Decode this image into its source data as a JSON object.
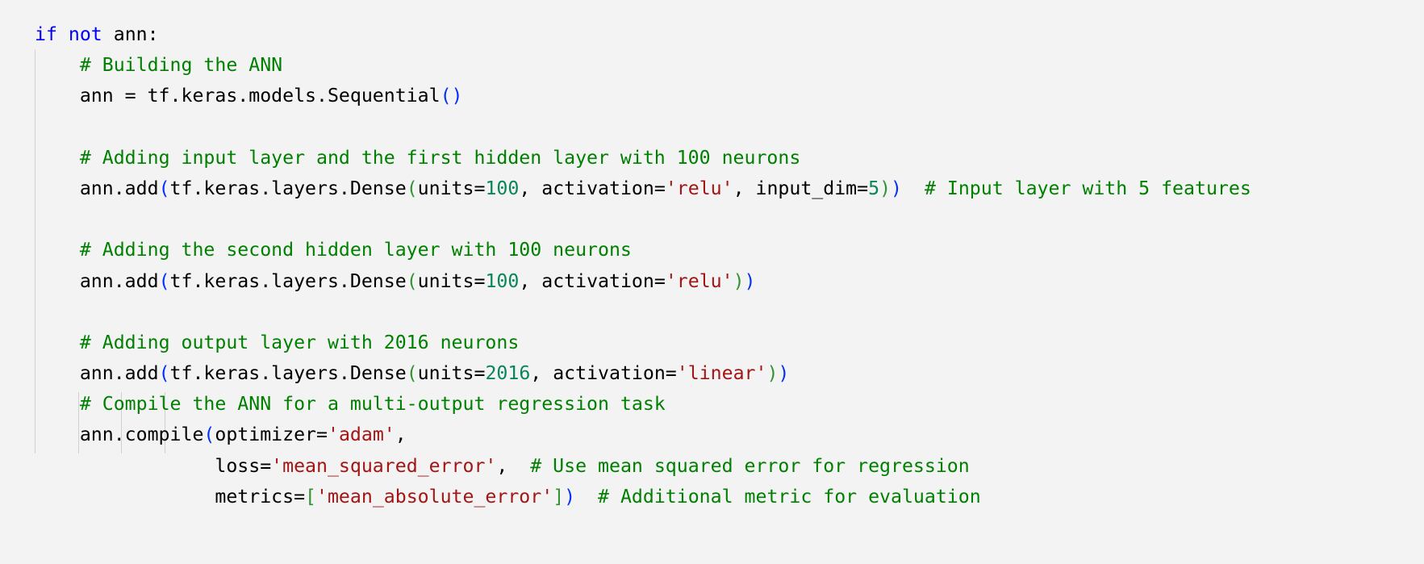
{
  "code": {
    "lines": [
      [
        {
          "t": "if",
          "c": "kw"
        },
        {
          "t": " "
        },
        {
          "t": "not",
          "c": "kw"
        },
        {
          "t": " ann:"
        }
      ],
      [
        {
          "t": "    "
        },
        {
          "t": "# Building the ANN",
          "c": "cm"
        }
      ],
      [
        {
          "t": "    ann = tf.keras.models.Sequential"
        },
        {
          "t": "()",
          "c": "p1"
        }
      ],
      [
        {
          "t": ""
        }
      ],
      [
        {
          "t": "    "
        },
        {
          "t": "# Adding input layer and the first hidden layer with 100 neurons",
          "c": "cm"
        }
      ],
      [
        {
          "t": "    ann.add"
        },
        {
          "t": "(",
          "c": "p1"
        },
        {
          "t": "tf.keras.layers.Dense"
        },
        {
          "t": "(",
          "c": "p2"
        },
        {
          "t": "units="
        },
        {
          "t": "100",
          "c": "nu"
        },
        {
          "t": ", activation="
        },
        {
          "t": "'relu'",
          "c": "st"
        },
        {
          "t": ", input_dim="
        },
        {
          "t": "5",
          "c": "nu"
        },
        {
          "t": ")",
          "c": "p2"
        },
        {
          "t": ")",
          "c": "p1"
        },
        {
          "t": "  "
        },
        {
          "t": "# Input layer with 5 features",
          "c": "cm"
        }
      ],
      [
        {
          "t": ""
        }
      ],
      [
        {
          "t": "    "
        },
        {
          "t": "# Adding the second hidden layer with 100 neurons",
          "c": "cm"
        }
      ],
      [
        {
          "t": "    ann.add"
        },
        {
          "t": "(",
          "c": "p1"
        },
        {
          "t": "tf.keras.layers.Dense"
        },
        {
          "t": "(",
          "c": "p2"
        },
        {
          "t": "units="
        },
        {
          "t": "100",
          "c": "nu"
        },
        {
          "t": ", activation="
        },
        {
          "t": "'relu'",
          "c": "st"
        },
        {
          "t": ")",
          "c": "p2"
        },
        {
          "t": ")",
          "c": "p1"
        }
      ],
      [
        {
          "t": ""
        }
      ],
      [
        {
          "t": "    "
        },
        {
          "t": "# Adding output layer with 2016 neurons",
          "c": "cm"
        }
      ],
      [
        {
          "t": "    ann.add"
        },
        {
          "t": "(",
          "c": "p1"
        },
        {
          "t": "tf.keras.layers.Dense"
        },
        {
          "t": "(",
          "c": "p2"
        },
        {
          "t": "units="
        },
        {
          "t": "2016",
          "c": "nu"
        },
        {
          "t": ", activation="
        },
        {
          "t": "'linear'",
          "c": "st"
        },
        {
          "t": ")",
          "c": "p2"
        },
        {
          "t": ")",
          "c": "p1"
        }
      ],
      [
        {
          "t": "    "
        },
        {
          "t": "# Compile the ANN for a multi-output regression task",
          "c": "cm"
        }
      ],
      [
        {
          "t": "    ann.compile"
        },
        {
          "t": "(",
          "c": "p1"
        },
        {
          "t": "optimizer="
        },
        {
          "t": "'adam'",
          "c": "st"
        },
        {
          "t": ","
        }
      ],
      [
        {
          "t": "                loss="
        },
        {
          "t": "'mean_squared_error'",
          "c": "st"
        },
        {
          "t": ",  "
        },
        {
          "t": "# Use mean squared error for regression",
          "c": "cm"
        }
      ],
      [
        {
          "t": "                metrics="
        },
        {
          "t": "[",
          "c": "p2"
        },
        {
          "t": "'mean_absolute_error'",
          "c": "st"
        },
        {
          "t": "]",
          "c": "p2"
        },
        {
          "t": ")",
          "c": "p1"
        },
        {
          "t": "  "
        },
        {
          "t": "# Additional metric for evaluation",
          "c": "cm"
        }
      ]
    ]
  },
  "colors": {
    "background": "#f3f3f3",
    "keyword": "#0000ff",
    "comment": "#008000",
    "string": "#a31515",
    "number": "#098658",
    "bracket_level1": "#0431fa",
    "bracket_level2": "#319331",
    "indent_guide": "#d0d0d0"
  }
}
